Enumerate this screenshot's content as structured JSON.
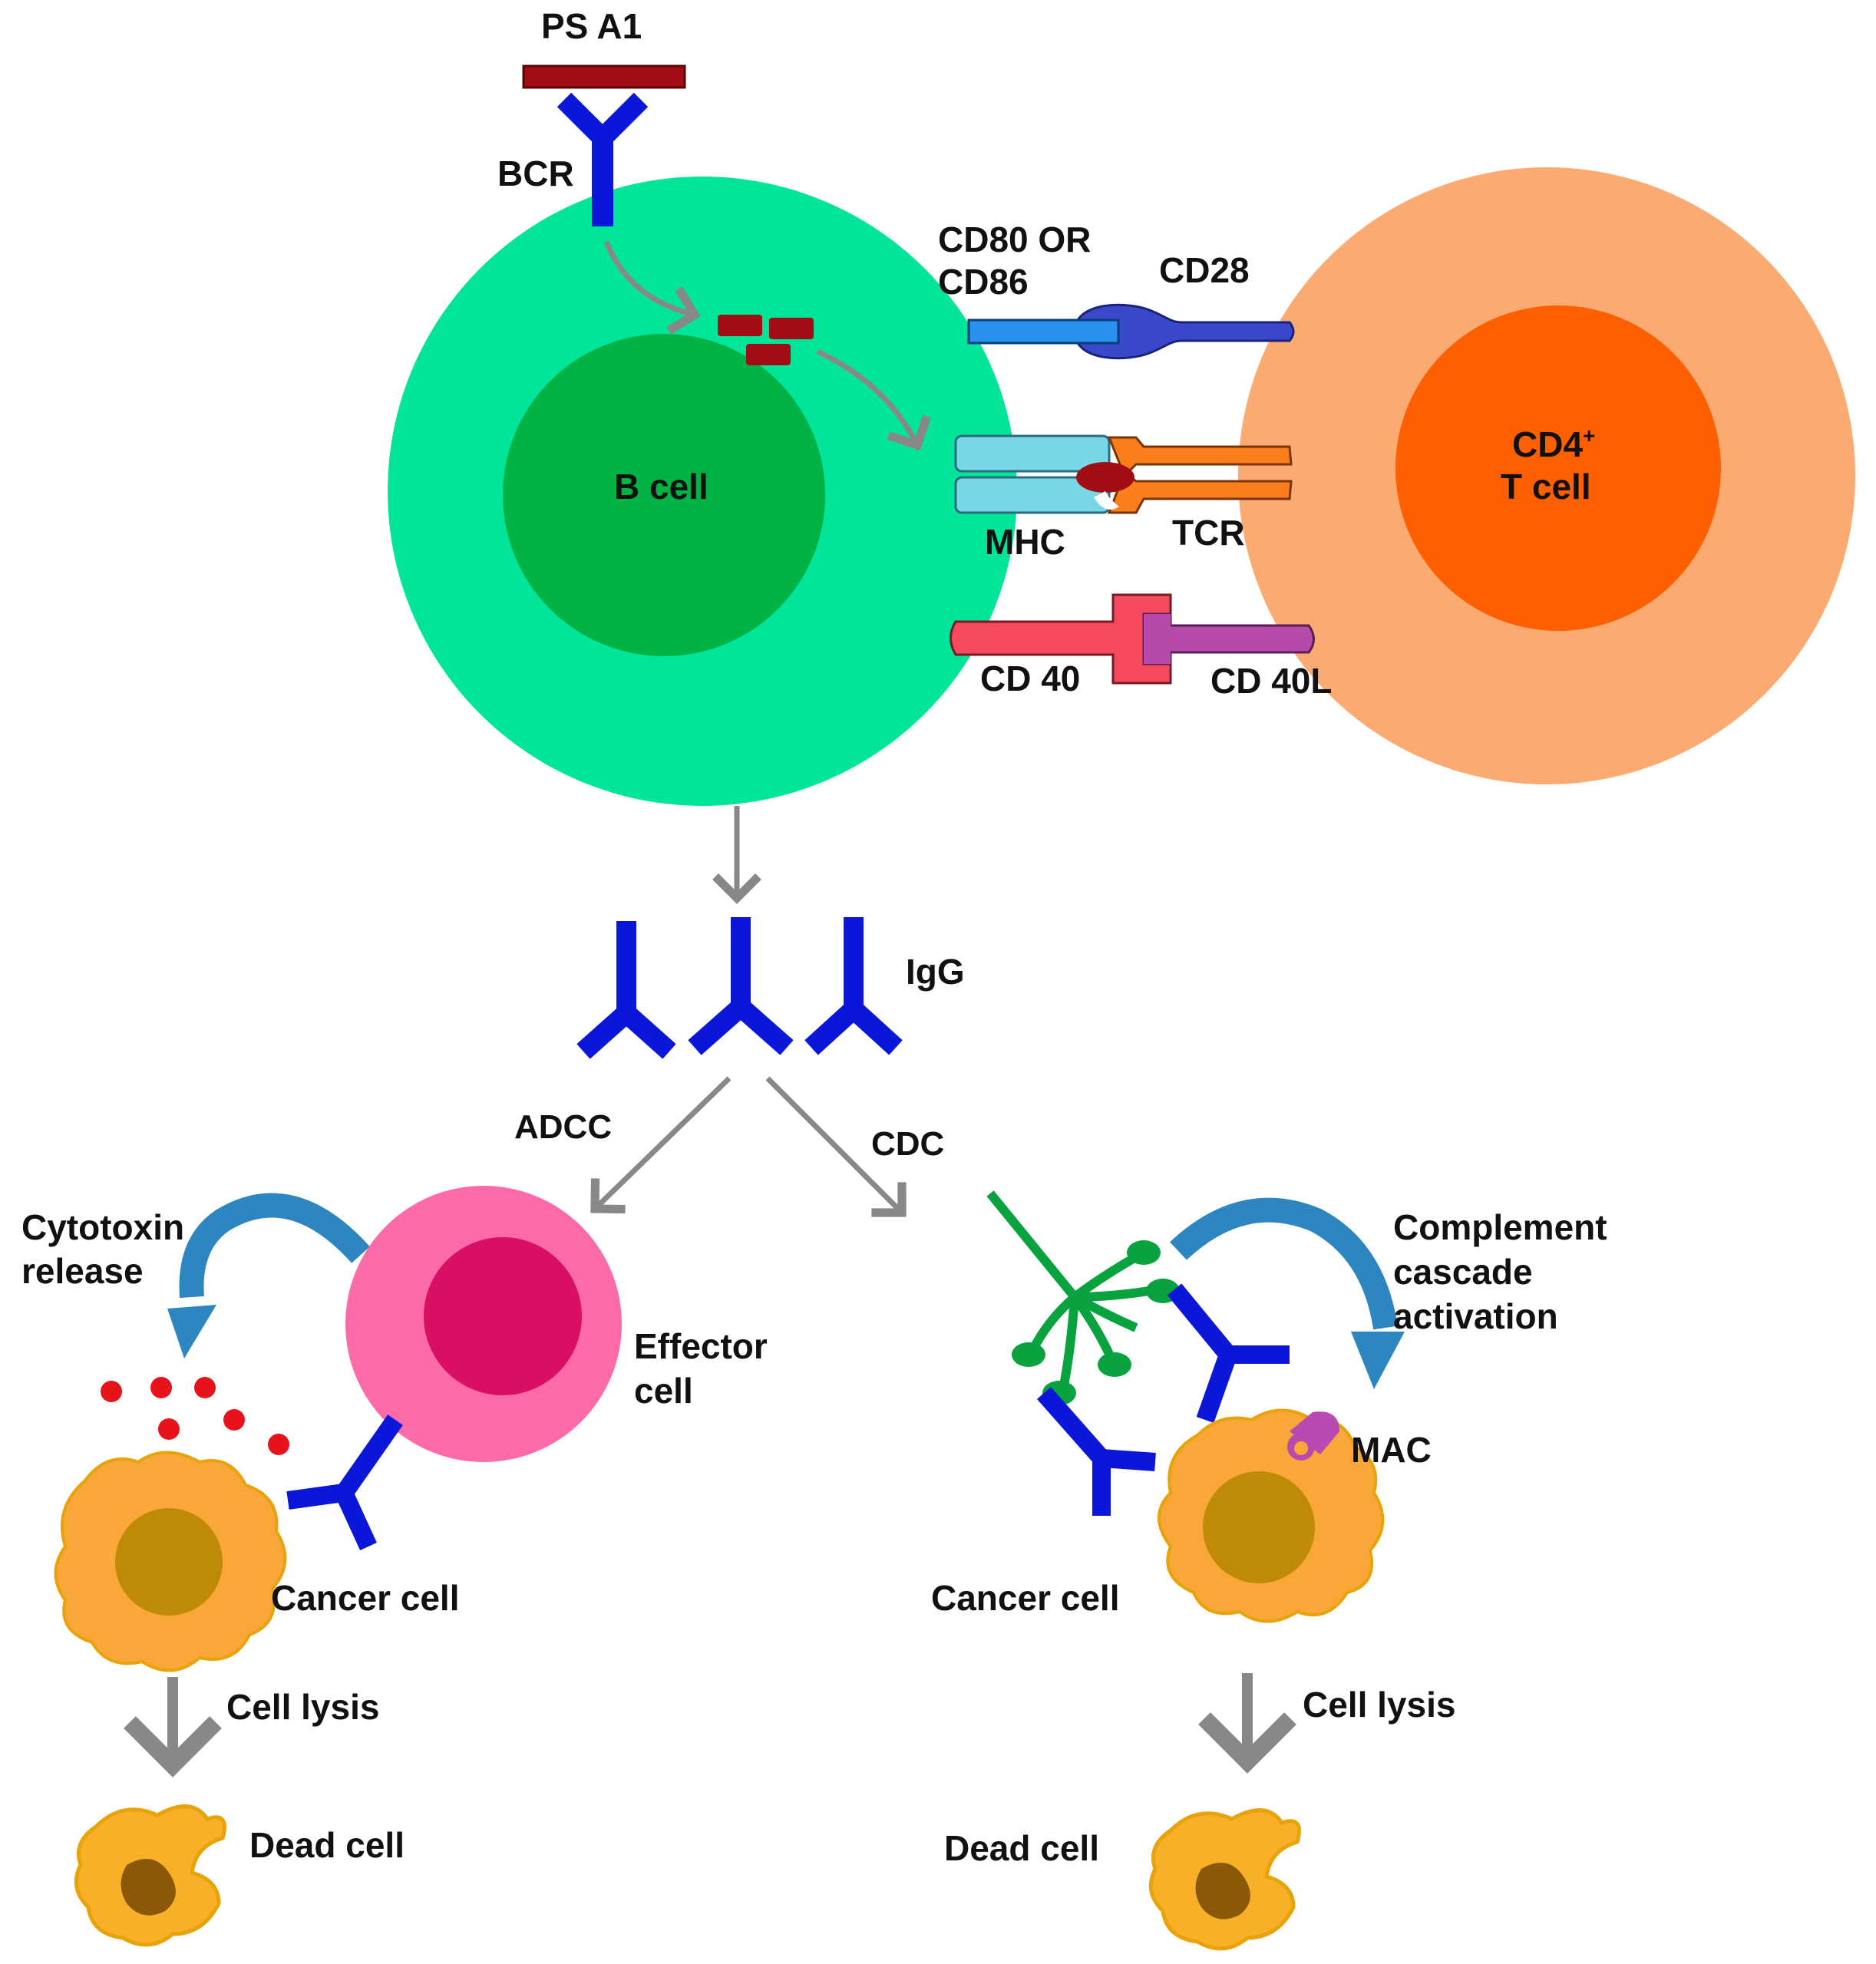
{
  "labels": {
    "antigen": "PS A1",
    "bcr": "BCR",
    "b_cell": "B cell",
    "cd80_line1": "CD80 OR",
    "cd80_line2": "CD86",
    "cd28": "CD28",
    "mhc": "MHC",
    "tcr": "TCR",
    "cd40": "CD 40",
    "cd40l": "CD 40L",
    "t_cell_line1": "CD4",
    "t_cell_sup": "+",
    "t_cell_line2": "T cell",
    "igg": "IgG",
    "adcc": "ADCC",
    "cdc": "CDC",
    "cytotoxin_line1": "Cytotoxin",
    "cytotoxin_line2": "release",
    "effector_line1": "Effector",
    "effector_line2": "cell",
    "cancer_left": "Cancer cell",
    "cancer_right": "Cancer cell",
    "complement_line1": "Complement",
    "complement_line2": "cascade",
    "complement_line3": "activation",
    "mac": "MAC",
    "lysis_left": "Cell lysis",
    "lysis_right": "Cell lysis",
    "dead_left": "Dead cell",
    "dead_right": "Dead cell"
  },
  "colors": {
    "b_cell_outer": "#00e59a",
    "b_cell_inner": "#00b344",
    "t_cell_outer": "#fbab72",
    "t_cell_inner": "#fe5f00",
    "antibody": "#0a16d8",
    "antigen": "#a10d12",
    "arrow": "#888888",
    "curved_arrow": "#2e86c1",
    "effector_outer": "#fd6aaa",
    "effector_inner": "#d80f62",
    "cancer_outer": "#f9a738",
    "cancer_inner": "#bf8a06",
    "complement": "#08a33e",
    "mac": "#b94ab2",
    "toxin": "#e8121a",
    "cd80": "#2a92ee",
    "cd28": "#3a49c9",
    "mhc": "#78d6e6",
    "tcr": "#fa7f1a",
    "cd40": "#f64b5d",
    "cd40l": "#b64aa8",
    "dead_outer": "#f8b028",
    "dead_inner": "#8a5806"
  }
}
